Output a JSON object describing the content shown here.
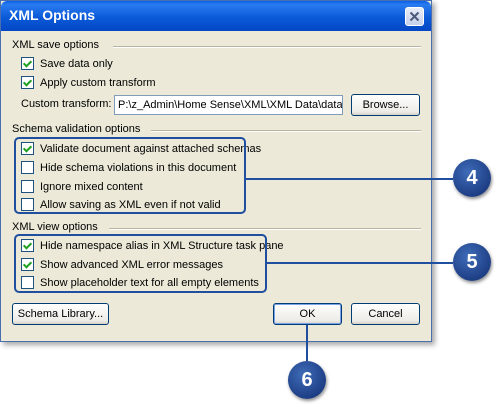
{
  "window": {
    "title": "XML Options",
    "close_glyph": "✕"
  },
  "save": {
    "header": "XML save options",
    "options": [
      {
        "label": "Save data only",
        "checked": true
      },
      {
        "label": "Apply custom transform",
        "checked": true
      }
    ],
    "transform_label": "Custom transform:",
    "transform_value": "P:\\z_Admin\\Home Sense\\XML\\XML Data\\datapatl",
    "browse_label": "Browse..."
  },
  "validation": {
    "header": "Schema validation options",
    "options": [
      {
        "label": "Validate document against attached schemas",
        "checked": true
      },
      {
        "label": "Hide schema violations in this document",
        "checked": false
      },
      {
        "label": "Ignore mixed content",
        "checked": false
      },
      {
        "label": "Allow saving as XML even if not valid",
        "checked": false
      }
    ]
  },
  "view": {
    "header": "XML view options",
    "options": [
      {
        "label": "Hide namespace alias in XML Structure task pane",
        "checked": true
      },
      {
        "label": "Show advanced XML error messages",
        "checked": true
      },
      {
        "label": "Show placeholder text for all empty elements",
        "checked": false
      }
    ]
  },
  "buttons": {
    "schema_library": "Schema Library...",
    "ok": "OK",
    "cancel": "Cancel"
  },
  "callouts": {
    "validation": "4",
    "view": "5",
    "ok": "6"
  },
  "colors": {
    "title_bar": "#0a5ad8",
    "dialog_bg": "#ece9d8",
    "callout": "#1f4f9e"
  }
}
